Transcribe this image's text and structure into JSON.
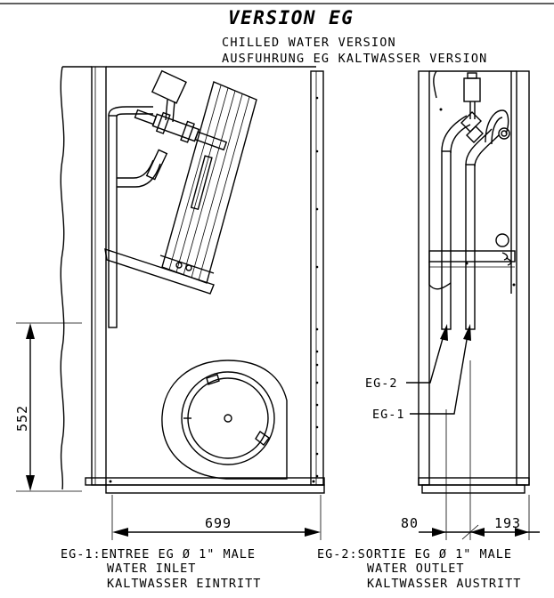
{
  "title": "VERSION EG",
  "subtitle_line1": "CHILLED WATER VERSION",
  "subtitle_line2": "AUSFUHRUNG EG KALTWASSER VERSION",
  "dimensions": {
    "height": "552",
    "depth": "699",
    "offset": "80",
    "spacing": "193"
  },
  "callouts": {
    "eg2": "EG-2",
    "eg1": "EG-1"
  },
  "captions": {
    "left": {
      "line1": "EG-1:ENTREE EG Ø 1\" MALE",
      "line2": "WATER INLET",
      "line3": "KALTWASSER EINTRITT"
    },
    "right": {
      "line1": "EG-2:SORTIE EG Ø 1\" MALE",
      "line2": "WATER OUTLET",
      "line3": "KALTWASSER AUSTRITT"
    }
  }
}
